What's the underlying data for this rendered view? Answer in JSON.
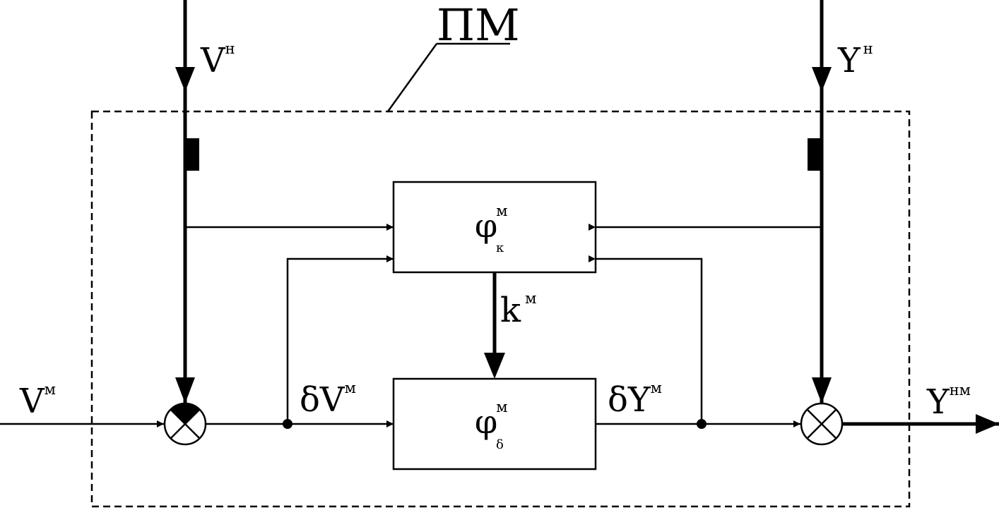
{
  "colors": {
    "line": "#000000",
    "background": "#ffffff",
    "junction_fill": "#000000"
  },
  "module_label": "ПМ",
  "inputs": {
    "vn": {
      "base": "V",
      "sup": "н"
    },
    "yn": {
      "base": "Y",
      "sup": "н"
    },
    "vm": {
      "base": "V",
      "sup": "м"
    }
  },
  "output": {
    "base": "Y",
    "sup": "нм"
  },
  "blocks": {
    "top": {
      "symbol": "φ",
      "sup": "м",
      "sub": "к"
    },
    "bottom": {
      "symbol": "φ",
      "sup": "м",
      "sub": "δ"
    }
  },
  "signals": {
    "k": {
      "base": "k",
      "sup": "м"
    },
    "dv": {
      "base": "δV",
      "sup": "м"
    },
    "dy": {
      "base": "δY",
      "sup": "м"
    }
  },
  "icons": [
    "arrow-icon",
    "summing-junction-icon",
    "branch-point-icon",
    "switch-contact-icon"
  ]
}
